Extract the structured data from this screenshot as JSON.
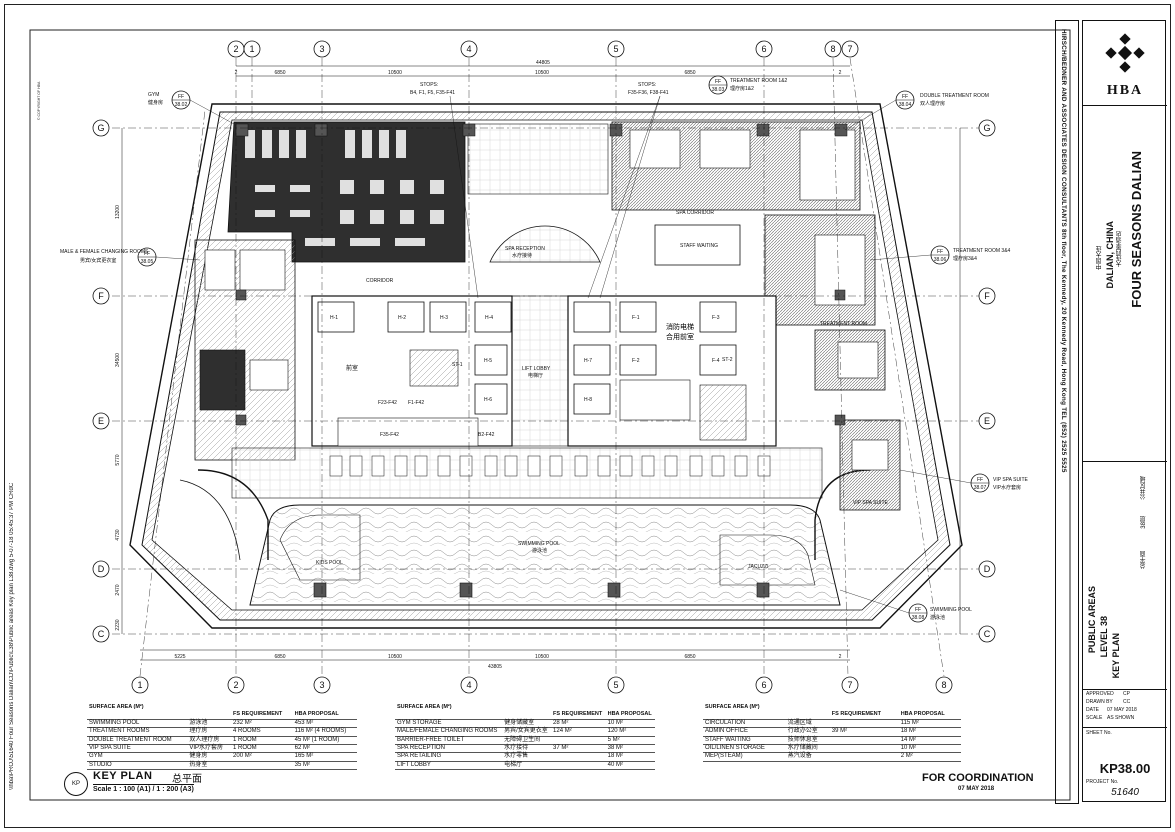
{
  "grid": {
    "columns": [
      "2",
      "1",
      "3",
      "4",
      "5",
      "6",
      "8",
      "7"
    ],
    "bottom_columns": [
      "1",
      "2",
      "3",
      "4",
      "5",
      "6",
      "7",
      "8"
    ],
    "rows": [
      "G",
      "F",
      "E",
      "D",
      "C"
    ]
  },
  "dimensions": {
    "top_total": "44805",
    "top": [
      "2",
      "6850",
      "10500",
      "10500",
      "6850",
      "2"
    ],
    "bottom_total": "43805",
    "bottom": [
      "5225",
      "6850",
      "10500",
      "10500",
      "6850",
      "2"
    ],
    "left": [
      "13200",
      "34500",
      "5770",
      "4730",
      "2470",
      "2230"
    ]
  },
  "callouts": [
    {
      "tag": "FF",
      "ref": "38.02",
      "label": "GYM",
      "label_cn": "健身房"
    },
    {
      "tag": "FF",
      "ref": "38.03",
      "label": "TREATMENT ROOM 1&2",
      "label_cn": "理疗房1&2"
    },
    {
      "tag": "FF",
      "ref": "38.04",
      "label": "DOUBLE TREATMENT ROOM",
      "label_cn": "双人理疗房"
    },
    {
      "tag": "FF",
      "ref": "38.05",
      "label": "MALE & FEMALE CHANGING ROOMS",
      "label_cn": "男宾/女宾更衣室"
    },
    {
      "tag": "FF",
      "ref": "38.06",
      "label": "TREATMENT ROOM 3&4",
      "label_cn": "理疗房3&4"
    },
    {
      "tag": "FF",
      "ref": "38.07",
      "label": "VIP SPA SUITE",
      "label_cn": "VIP水疗套房"
    },
    {
      "tag": "FF",
      "ref": "38.08",
      "label": "SWIMMING POOL",
      "label_cn": "游泳池"
    }
  ],
  "plan_labels": {
    "stops_left": "STOPS:",
    "stops_left_detail": "B4, F1, F5, F35-F41",
    "stops_right": "STOPS:",
    "stops_right_detail": "F35-F36, F38-F41",
    "spa_reception": "SPA RECEPTION",
    "spa_reception_cn": "水疗接待",
    "lift_lobby": "LIFT LOBBY",
    "lift_lobby_cn": "电梯厅",
    "fire_lift": "消防电梯",
    "fire_lift_2": "合用前室",
    "front_room": "前室",
    "swimming_pool": "SWIMMING POOL",
    "swimming_pool_cn": "游泳池",
    "kids_pool": "KIDS POOL",
    "jacuzzi": "JACUZZI",
    "corridor": "CORRIDOR",
    "staff_waiting": "STAFF WAITING",
    "treatment_room": "TREATMENT ROOM",
    "spa_corridor": "SPA CORRIDOR",
    "vip_spa_suite": "VIP SPA SUITE",
    "lifts": [
      "H-1",
      "H-2",
      "H-3",
      "H-4",
      "H-5",
      "H-6",
      "H-7",
      "H-8"
    ],
    "fire_lifts": [
      "F-1",
      "F-2",
      "F-3",
      "F-4"
    ],
    "st1": "ST-1",
    "st2": "ST-2",
    "room_codes": [
      "F23-F42",
      "F35-F42",
      "F1-F42",
      "B2-F42"
    ]
  },
  "tables": [
    {
      "title": "SURFACE AREA (M²)",
      "headers": [
        "",
        "",
        "FS REQUIREMENT",
        "HBA PROPOSAL"
      ],
      "rows": [
        [
          "SWIMMING POOL",
          "游泳池",
          "232 M²",
          "453 M²"
        ],
        [
          "TREATMENT ROOMS",
          "理疗房",
          "4 ROOMS",
          "116 M² (4 ROOMS)"
        ],
        [
          "DOUBLE TREATMENT ROOM",
          "双人理疗房",
          "1 ROOM",
          "45 M² (1 ROOM)"
        ],
        [
          "VIP SPA SUITE",
          "VIP水疗套房",
          "1 ROOM",
          "62 M²"
        ],
        [
          "GYM",
          "健身房",
          "200 M²",
          "165 M²"
        ],
        [
          "STUDIO",
          "热身室",
          "",
          "35 M²"
        ]
      ]
    },
    {
      "title": "SURFACE AREA (M²)",
      "headers": [
        "",
        "",
        "FS REQUIREMENT",
        "HBA PROPOSAL"
      ],
      "rows": [
        [
          "GYM STORAGE",
          "健身储藏室",
          "28 M²",
          "10 M²"
        ],
        [
          "MALE/FEMALE CHANGING ROOMS",
          "男宾/女宾更衣室",
          "124 M²",
          "120 M²"
        ],
        [
          "BARRIER-FREE TOILET",
          "无障碍卫生间",
          "",
          "5 M²"
        ],
        [
          "SPA RECEPTION",
          "水疗接待",
          "37 M²",
          "38 M²"
        ],
        [
          "SPA RETAILING",
          "水疗零售",
          "",
          "18 M²"
        ],
        [
          "LIFT LOBBY",
          "电梯厅",
          "",
          "40 M²"
        ]
      ]
    },
    {
      "title": "SURFACE AREA (M²)",
      "headers": [
        "",
        "",
        "FS REQUIREMENT",
        "HBA PROPOSAL"
      ],
      "rows": [
        [
          "CIRCULATION",
          "流通区域",
          "",
          "115 M²"
        ],
        [
          "ADMIN OFFICE",
          "行政办公室",
          "39 M²",
          "18 M²"
        ],
        [
          "STAFF WAITING",
          "技师休息室",
          "",
          "14 M²"
        ],
        [
          "OIL/LINEN STORAGE",
          "水疗储藏间",
          "",
          "10 M²"
        ],
        [
          "MEP(STEAM)",
          "蒸汽设备",
          "",
          "2 M²"
        ]
      ]
    }
  ],
  "title_block": {
    "kp_tag": "KP",
    "plan_title": "KEY PLAN",
    "plan_title_cn": "总平面",
    "scale": "Scale 1 : 100 (A1) / 1 : 200 (A3)",
    "coordination": "FOR COORDINATION",
    "coord_date": "07 MAY 2018",
    "brand": "HBA",
    "project": "FOUR SEASONS DALIAN",
    "project_cn": "大连四季酒店",
    "location": "DALIAN, CHINA",
    "location_cn": "中国大连",
    "sheet_title": "PUBLIC AREAS",
    "sheet_level": "LEVEL 38",
    "sheet_type": "KEY PLAN",
    "sheet_title_cn": "公共区域",
    "sheet_level_cn": "38层",
    "sheet_type_cn": "总平面",
    "approved_label": "APPROVED",
    "approved_val": "CP",
    "drawn_label": "DRAWN BY",
    "drawn_val": "CC",
    "date_label": "DATE",
    "date_val": "07 MAY 2018",
    "scale_label": "SCALE",
    "scale_val": "AS SHOWN",
    "sheet_no_label": "SHEET No.",
    "sheet_no": "KP38.00",
    "project_no_label": "PROJECT No.",
    "project_no": "51640",
    "side_strip": "HIRSCH/BEDNER AND ASSOCIATES  DESIGN CONSULTANTS  8th floor, The Kennedy, 20 Kennedy Road, Hong Kong  TEL (852) 2525 5525",
    "file_path": "\\\\hba\\PROJ\\51640 Four Seasons Dalian\\CD\\Public\\L38\\Public areas Key plan L38.dwg  5-07-18  05:45:37 PM  CRdC"
  },
  "colors": {
    "ink": "#111111",
    "dark_fill": "#2b2b2b",
    "hatch": "#8a8a8a",
    "paper": "#ffffff"
  }
}
